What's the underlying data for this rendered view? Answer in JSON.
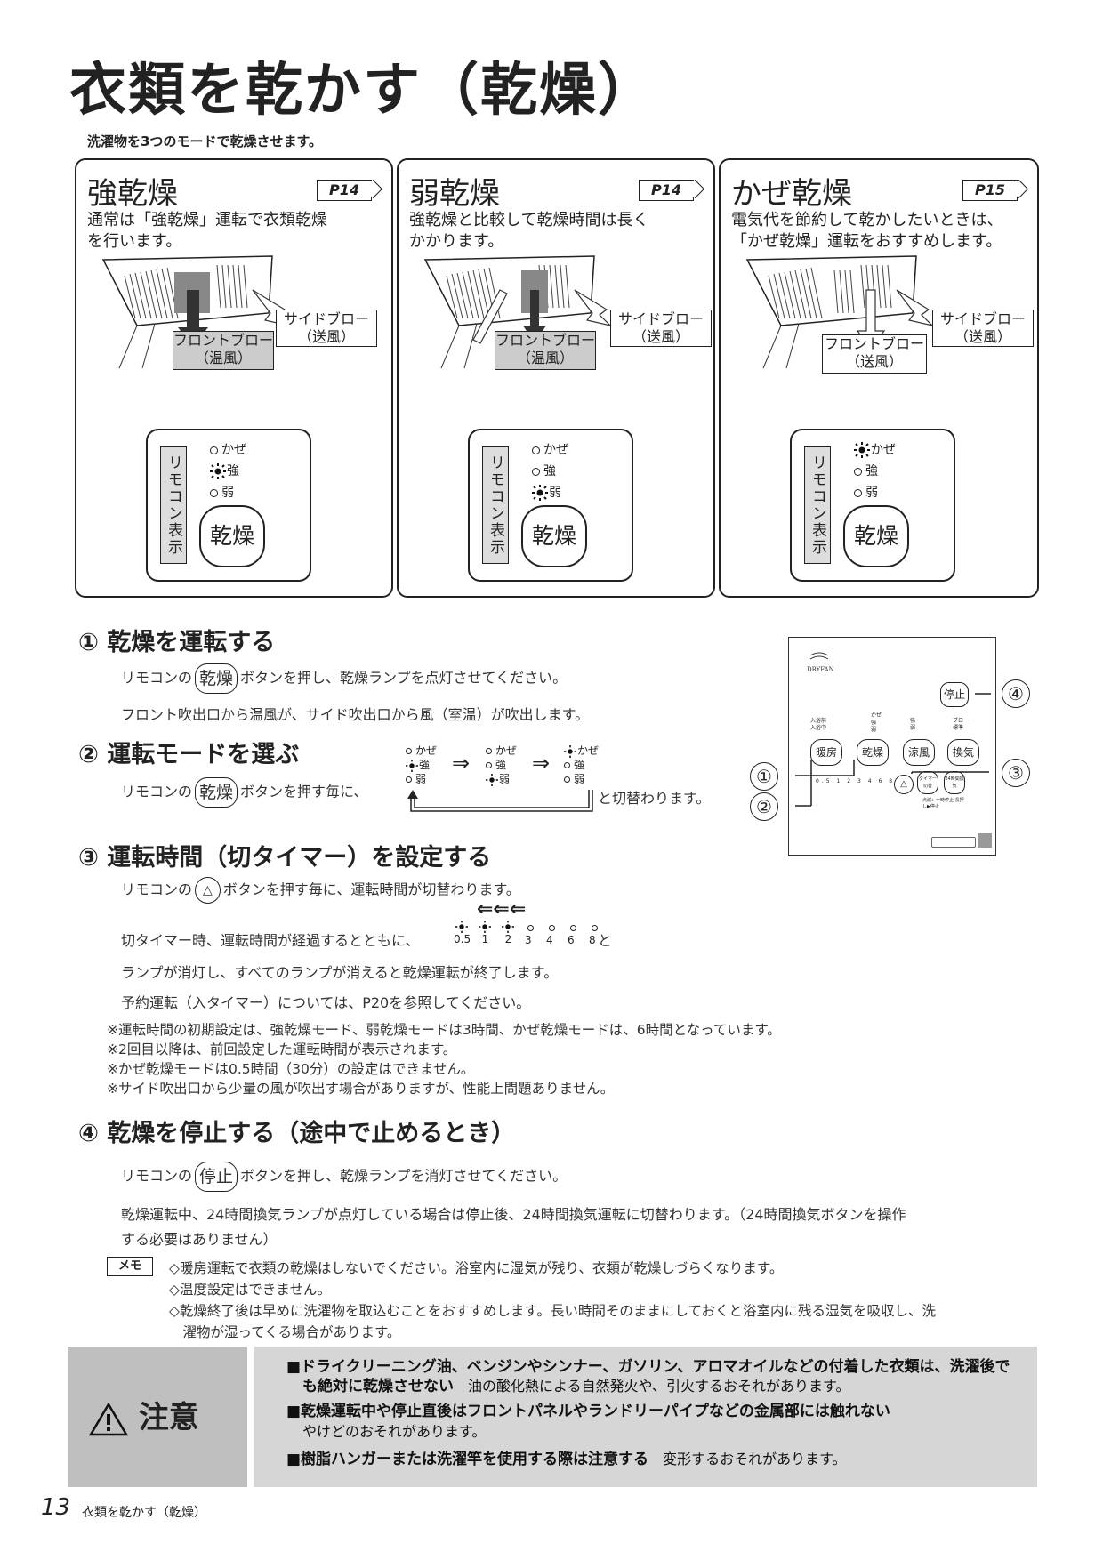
{
  "page_title": "衣類を乾かす（乾燥）",
  "intro": "洗濯物を3つのモードで乾燥させます。",
  "modes": [
    {
      "name": "強乾燥",
      "page_ref": "P14",
      "desc_1": "通常は「強乾燥」運転で衣類乾燥",
      "desc_2": "を行います。",
      "side_label_1": "サイドブロー",
      "side_label_2": "（送風）",
      "front_label_1": "フロントブロー",
      "front_label_2": "（温風）",
      "remote_label": "リモコン表示",
      "lamp_kaze": "かぜ",
      "lamp_strong": "強",
      "lamp_weak": "弱",
      "button": "乾燥"
    },
    {
      "name": "弱乾燥",
      "page_ref": "P14",
      "desc_1": "強乾燥と比較して乾燥時間は長く",
      "desc_2": "かかります。",
      "side_label_1": "サイドブロー",
      "side_label_2": "（送風）",
      "front_label_1": "フロントブロー",
      "front_label_2": "（温風）",
      "remote_label": "リモコン表示",
      "lamp_kaze": "かぜ",
      "lamp_strong": "強",
      "lamp_weak": "弱",
      "button": "乾燥"
    },
    {
      "name": "かぜ乾燥",
      "page_ref": "P15",
      "desc_1": "電気代を節約して乾かしたいときは、",
      "desc_2": "「かぜ乾燥」運転をおすすめします。",
      "side_label_1": "サイドブロー",
      "side_label_2": "（送風）",
      "front_label_1": "フロントブロー",
      "front_label_2": "（送風）",
      "remote_label": "リモコン表示",
      "lamp_kaze": "かぜ",
      "lamp_strong": "強",
      "lamp_weak": "弱",
      "button": "乾燥"
    }
  ],
  "steps": {
    "s1": {
      "num": "①",
      "title": "乾燥を運転する",
      "pre": "リモコンの",
      "btn": "乾燥",
      "post": "ボタンを押し、乾燥ランプを点灯させてください。",
      "line2": "フロント吹出口から温風が、サイド吹出口から風（室温）が吹出します。"
    },
    "s2": {
      "num": "②",
      "title": "運転モードを選ぶ",
      "pre": "リモコンの",
      "btn": "乾燥",
      "post": "ボタンを押す毎に、",
      "tail": "と切替わります。",
      "lamp_kaze": "かぜ",
      "lamp_strong": "強",
      "lamp_weak": "弱",
      "arrow": "⇒"
    },
    "s3": {
      "num": "③",
      "title": "運転時間（切タイマー）を設定する",
      "pre": "リモコンの",
      "btn": "△",
      "post": "ボタンを押す毎に、運転時間が切替わります。",
      "timer_pre": "切タイマー時、運転時間が経過するとともに、",
      "timer_post": "と",
      "timer_ticks": [
        "0.5",
        "1",
        "2",
        "3",
        "4",
        "6",
        "8"
      ],
      "timer_arrows": "⇐⇐⇐",
      "line3": "ランプが消灯し、すべてのランプが消えると乾燥運転が終了します。",
      "line4": "予約運転（入タイマー）については、P20を参照してください。"
    },
    "notes": [
      "※運転時間の初期設定は、強乾燥モード、弱乾燥モードは3時間、かぜ乾燥モードは、6時間となっています。",
      "※2回目以降は、前回設定した運転時間が表示されます。",
      "※かぜ乾燥モードは0.5時間（30分）の設定はできません。",
      "※サイド吹出口から少量の風が吹出す場合がありますが、性能上問題ありません。"
    ],
    "s4": {
      "num": "④",
      "title": "乾燥を停止する（途中で止めるとき）",
      "pre": "リモコンの",
      "btn": "停止",
      "post": "ボタンを押し、乾燥ランプを消灯させてください。",
      "line2": "乾燥運転中、24時間換気ランプが点灯している場合は停止後、24時間換気運転に切替わります。（24時間換気ボタンを操作",
      "line3": "する必要はありません）"
    }
  },
  "memo": {
    "tag": "メモ",
    "items": [
      "◇暖房運転で衣類の乾燥はしないでください。浴室内に湿気が残り、衣類が乾燥しづらくなります。",
      "◇温度設定はできません。",
      "◇乾燥終了後は早めに洗濯物を取込むことをおすすめします。長い時間そのままにしておくと浴室内に残る湿気を吸収し、洗",
      "　濯物が湿ってくる場合があります。"
    ]
  },
  "caution": {
    "title": "注意",
    "c1_bold_1": "■ドライクリーニング油、ベンジンやシンナー、ガソリン、アロマオイルなどの付着した衣類は、洗濯後で",
    "c1_bold_2": "も絶対に乾燥させない",
    "c1_text": "油の酸化熱による自然発火や、引火するおそれがあります。",
    "c2_bold": "■乾燥運転中や停止直後はフロントパネルやランドリーパイプなどの金属部には触れない",
    "c2_text": "やけどのおそれがあります。",
    "c3_bold": "■樹脂ハンガーまたは洗濯竿を使用する際は注意する",
    "c3_text": "変形するおそれがあります。"
  },
  "panel": {
    "brand": "DRYFAN",
    "stop_btn": "停止",
    "buttons": [
      "暖房",
      "乾燥",
      "涼風",
      "換気"
    ],
    "callouts": [
      "①",
      "②",
      "③",
      "④"
    ],
    "small_labels_1": [
      "入浴前",
      "入浴中"
    ],
    "small_labels_2": [
      "かぜ",
      "強",
      "弱"
    ],
    "small_labels_3": [
      "強",
      "弱"
    ],
    "small_labels_4": [
      "ブロー",
      "標準"
    ],
    "timer_ticks": [
      "0.5",
      "1",
      "2",
      "3",
      "4",
      "6",
      "8"
    ],
    "timer_btn": "タイマー切替",
    "vent_btn": "24時間換気",
    "vent_caption": "点滅：一時停止 長押し▶停止"
  },
  "footer": {
    "page_num": "13",
    "text": "衣類を乾かす（乾燥）"
  }
}
